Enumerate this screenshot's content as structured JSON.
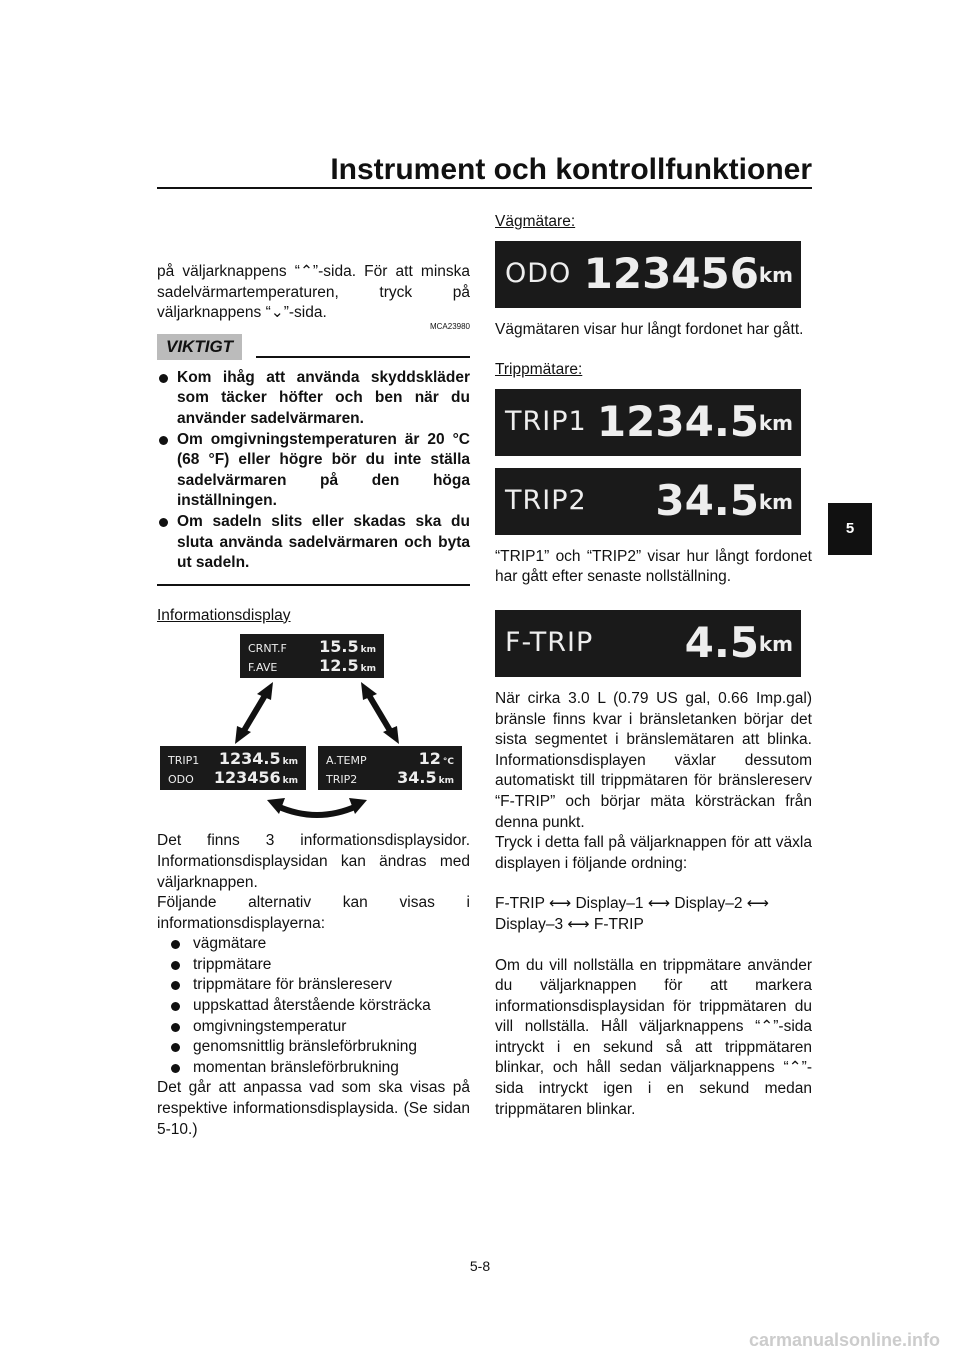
{
  "header": {
    "title": "Instrument och kontrollfunktioner"
  },
  "side_tab": "5",
  "footer": {
    "page": "5-8"
  },
  "watermark": "carmanualsonline.info",
  "left": {
    "intro": "på väljarknappens “⌃”-sida. För att minska sadelvärmartemperaturen, tryck på väljarknappens “⌄”-sida.",
    "code": "MCA23980",
    "notice_label": "VIKTIGT",
    "notice_items": [
      "Kom ihåg att använda skyddskläder som täcker höfter och ben när du använder sadelvärmaren.",
      "Om omgivningstemperaturen är 20 °C (68 °F) eller högre bör du inte ställa sadelvärmaren på den höga inställningen.",
      "Om sadeln slits eller skadas ska du sluta använda sadelvärmaren och byta ut sadeln."
    ],
    "info_heading": "Informationsdisplay",
    "diagram": {
      "top": {
        "l1": "CRNT.F",
        "v1": "15.5",
        "u1": "km",
        "l2": "F.AVE",
        "v2": "12.5",
        "u2": "km"
      },
      "left": {
        "l1": "TRIP1",
        "v1": "1234.5",
        "u1": "km",
        "l2": "ODO",
        "v2": "123456",
        "u2": "km"
      },
      "right": {
        "l1": "A.TEMP",
        "v1": "12",
        "u1": "°C",
        "l2": "TRIP2",
        "v2": "34.5",
        "u2": "km"
      }
    },
    "p1": "Det finns 3 informationsdisplaysidor. Informationsdisplaysidan kan ändras med väljarknappen.",
    "p2": "Följande alternativ kan visas i informationsdisplayerna:",
    "list": [
      "vägmätare",
      "trippmätare",
      "trippmätare för bränslereserv",
      "uppskattad återstående körsträcka",
      "omgivningstemperatur",
      "genomsnittlig bränsleförbrukning",
      "momentan bränsleförbrukning"
    ],
    "p3": "Det går att anpassa vad som ska visas på respektive informationsdisplaysida. (Se sidan 5-10.)"
  },
  "right": {
    "odo_heading": "Vägmätare:",
    "odo": {
      "label": "ODO",
      "value": "123456",
      "unit": "km"
    },
    "odo_text": "Vägmätaren visar hur långt fordonet har gått.",
    "trip_heading": "Trippmätare:",
    "trip1": {
      "label": "TRIP1",
      "value": "1234.5",
      "unit": "km"
    },
    "trip2": {
      "label": "TRIP2",
      "value": "34.5",
      "unit": "km"
    },
    "trip_text": "“TRIP1” och “TRIP2” visar hur långt fordonet har gått efter senaste nollställning.",
    "ftrip": {
      "label": "F-TRIP",
      "value": "4.5",
      "unit": "km"
    },
    "p1": "När cirka 3.0 L (0.79 US gal, 0.66 Imp.gal) bränsle finns kvar i bränsletanken börjar det sista segmentet i bränslemätaren att blinka. Informationsdisplayen växlar dessutom automatiskt till trippmätaren för bränslereserv “F-TRIP” och börjar mäta körsträckan från denna punkt.",
    "p2": "Tryck i detta fall på väljarknappen för att växla displayen i följande ordning:",
    "sequence": "F-TRIP ⟷ Display–1 ⟷ Display–2 ⟷ Display–3 ⟷ F-TRIP",
    "p3": "Om du vill nollställa en trippmätare använder du väljarknappen för att markera informationsdisplaysidan för trippmätaren du vill nollställa. Håll väljarknappens “⌃”-sida intryckt i en sekund så att trippmätaren blinkar, och håll sedan väljarknappens “⌃”-sida intryckt igen i en sekund medan trippmätaren blinkar."
  }
}
